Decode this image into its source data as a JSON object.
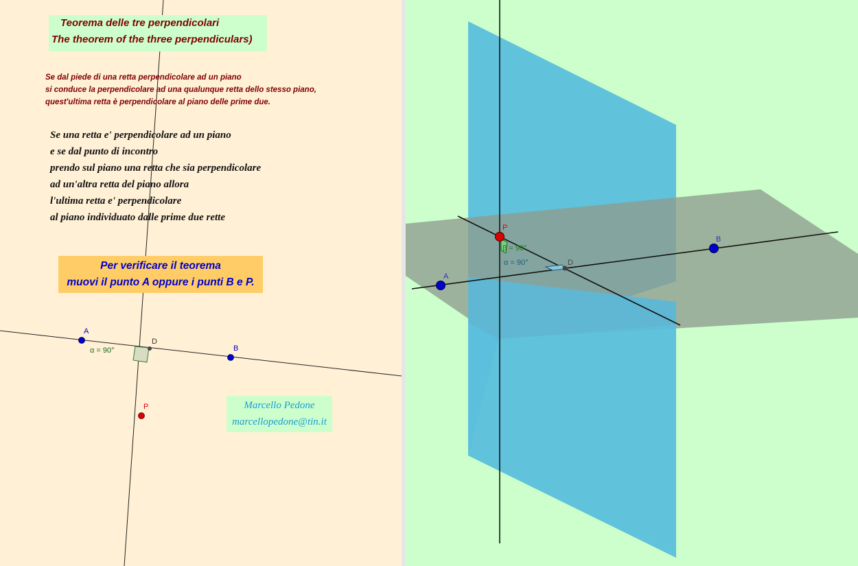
{
  "title": {
    "line1": "Teorema delle tre perpendicolari",
    "line2": "The theorem of the three perpendiculars)"
  },
  "statement_lines": [
    "Se dal piede di una retta perpendicolare ad un piano",
    "si conduce la perpendicolare ad una qualunque retta dello stesso piano,",
    "quest'ultima retta è perpendicolare al piano delle prime due."
  ],
  "poem_lines": [
    "Se una retta e' perpendicolare ad un piano",
    "e se dal punto di incontro",
    "prendo sul piano una retta che sia perpendicolare",
    "ad un'altra retta del piano allora",
    "l'ultima retta e' perpendicolare",
    "al piano individuato dalle prime due rette"
  ],
  "hint": {
    "line1": "Per verificare il teorema",
    "line2": "muovi il punto A  oppure i punti B e P."
  },
  "author": {
    "name": "Marcello Pedone",
    "email": "marcellopedone@tin.it"
  },
  "view2d": {
    "points": {
      "A": "A",
      "B": "B",
      "D": "D",
      "P": "P"
    },
    "angle_label": "α = 90°"
  },
  "view3d": {
    "points": {
      "A": "A",
      "B": "B",
      "D": "D",
      "P": "P"
    },
    "angle_alpha": "α = 90°",
    "angle_beta": "β = 90°"
  },
  "colors": {
    "left_bg": "#fff0d6",
    "right_bg": "#ccffcc",
    "point_blue": "#0000cc",
    "point_red": "#dd0000",
    "vertical_plane": "#5bbfdc",
    "horizontal_plane": "#8e9c8e",
    "title_text": "#800000",
    "hint_bg": "#ffcc66"
  }
}
